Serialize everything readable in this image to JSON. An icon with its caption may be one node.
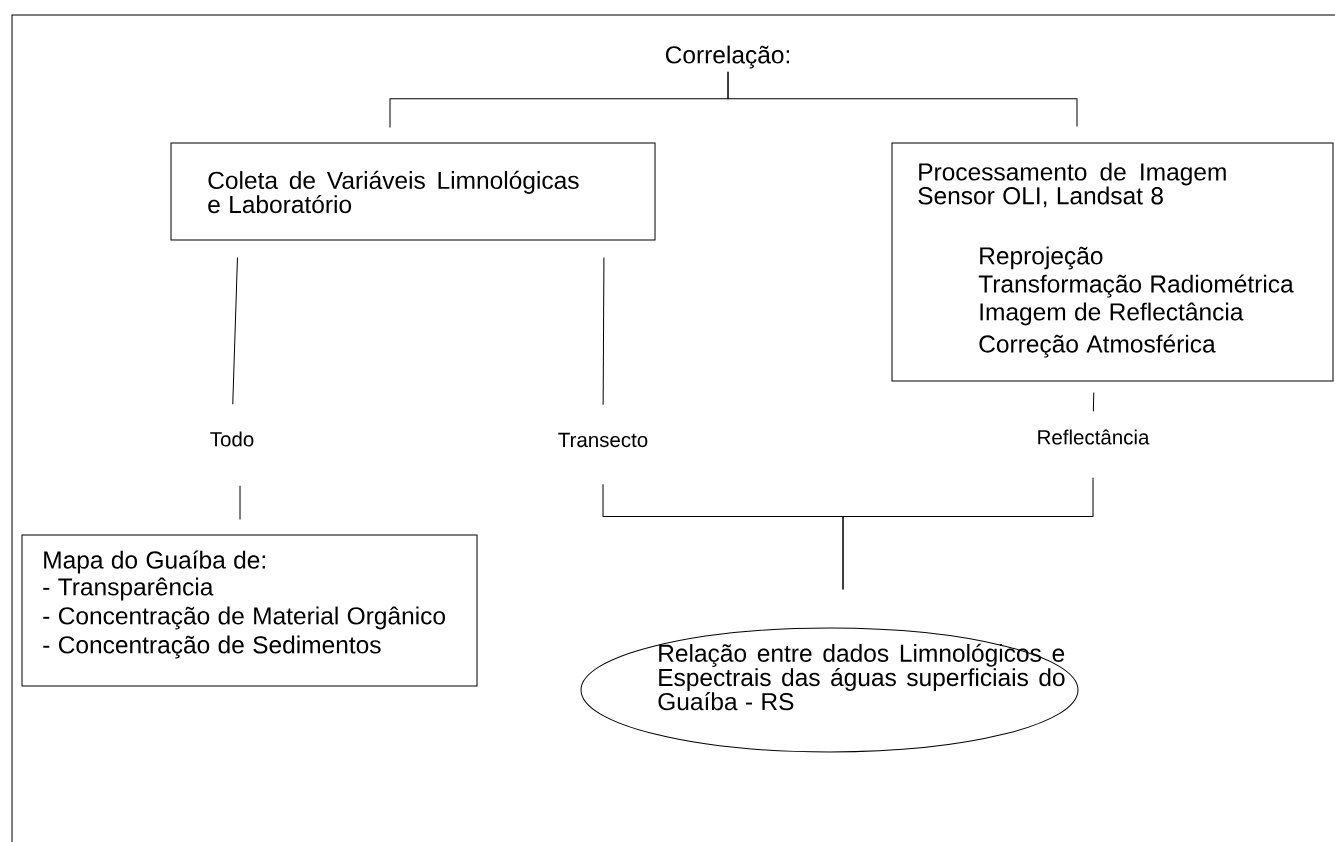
{
  "diagram": {
    "nodes": [
      {
        "text": [
          "Correlação:"
        ]
      },
      {
        "text": [
          "Coleta de Variáveis Limnológicas e Laboratório"
        ]
      },
      {
        "text": [
          "Processamento de Imagem Sensor OLI, Landsat 8",
          "Reprojeção",
          "Transformação Radiométrica",
          "Imagem de Reflectância",
          "Correção Atmosférica"
        ]
      },
      {
        "text": [
          "Todo"
        ]
      },
      {
        "text": [
          "Transecto"
        ]
      },
      {
        "text": [
          "Reflectância"
        ]
      },
      {
        "text": [
          "Mapa do Guaíba de:",
          "- Transparência",
          "- Concentração de Material Orgânico",
          "- Concentração de Sedimentos"
        ]
      },
      {
        "text": [
          "Relação entre dados Limnológicos e Espectrais das águas superficiais do Guaíba - RS"
        ]
      }
    ],
    "edges": [
      {
        "from": 0,
        "to": 1,
        "arrow": "none"
      },
      {
        "from": 0,
        "to": 2,
        "arrow": "none"
      },
      {
        "from": 1,
        "to": 3,
        "arrow": "none"
      },
      {
        "from": 1,
        "to": 4,
        "arrow": "none"
      },
      {
        "from": 2,
        "to": 5,
        "arrow": "none"
      },
      {
        "from": 3,
        "to": 6,
        "arrow": "none"
      },
      {
        "from": 4,
        "to": 7,
        "arrow": "none"
      },
      {
        "from": 5,
        "to": 7,
        "arrow": "none"
      }
    ]
  }
}
